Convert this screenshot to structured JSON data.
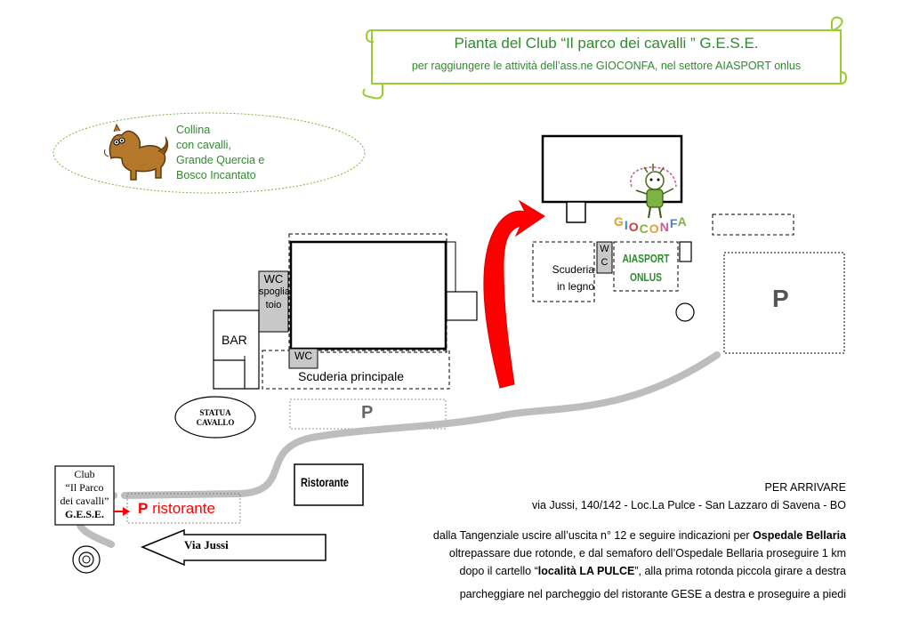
{
  "title": {
    "line1": "Pianta del Club “Il parco dei cavalli ” G.E.S.E.",
    "line2": "per raggiungere le attività dell’ass.ne GIOCONFA, nel settore AIASPORT onlus"
  },
  "collina": {
    "lines": [
      "Collina",
      "con cavalli,",
      "Grande Quercia e",
      "Bosco Incantato"
    ]
  },
  "labels": {
    "wc_spogliatoio": [
      "WC",
      "spoglia",
      "toio"
    ],
    "bar": "BAR",
    "wc_small": "WC",
    "scuderia_principale": "Scuderia principale",
    "statua_cavallo": [
      "STATUA",
      "CAVALLO"
    ],
    "parking_center": "P",
    "parking_right": "P",
    "ristorante": "Ristorante",
    "club": [
      "Club",
      "“Il Parco",
      "dei cavalli”",
      "G.E.S.E."
    ],
    "p_ristorante_p": "P",
    "p_ristorante_text": "ristorante",
    "via_jussi": "Via Jussi",
    "scuderia_legno": [
      "Scuderia",
      "in legno"
    ],
    "wc_vertical": [
      "W",
      "C"
    ],
    "aiasport": [
      "AIASPORT",
      "ONLUS"
    ],
    "gioconfa": [
      "G",
      "I",
      "O",
      "C",
      "O",
      "N",
      "F",
      "A"
    ]
  },
  "directions": {
    "heading": "PER ARRIVARE",
    "address": "via Jussi, 140/142 - Loc.La Pulce - San Lazzaro di Savena - BO",
    "line1_pre": "dalla Tangenziale uscire all’uscita n° 12 e seguire indicazioni per ",
    "line1_bold": "Ospedale Bellaria",
    "line2": "oltrepassare due rotonde, e dal semaforo dell’Ospedale Bellaria proseguire 1 km",
    "line3_pre": "dopo il cartello “",
    "line3_bold": "località LA PULCE",
    "line3_post": "”, alla prima rotonda piccola girare a destra",
    "line4": "parcheggiare nel parcheggio del ristorante GESE a destra e proseguire a piedi"
  },
  "colors": {
    "green_text": "#2e8b2e",
    "scroll_border": "#9acd32",
    "road_gray": "#bdbdbd",
    "arrow_red": "#ff0000",
    "wc_fill": "#c8c8c8"
  }
}
